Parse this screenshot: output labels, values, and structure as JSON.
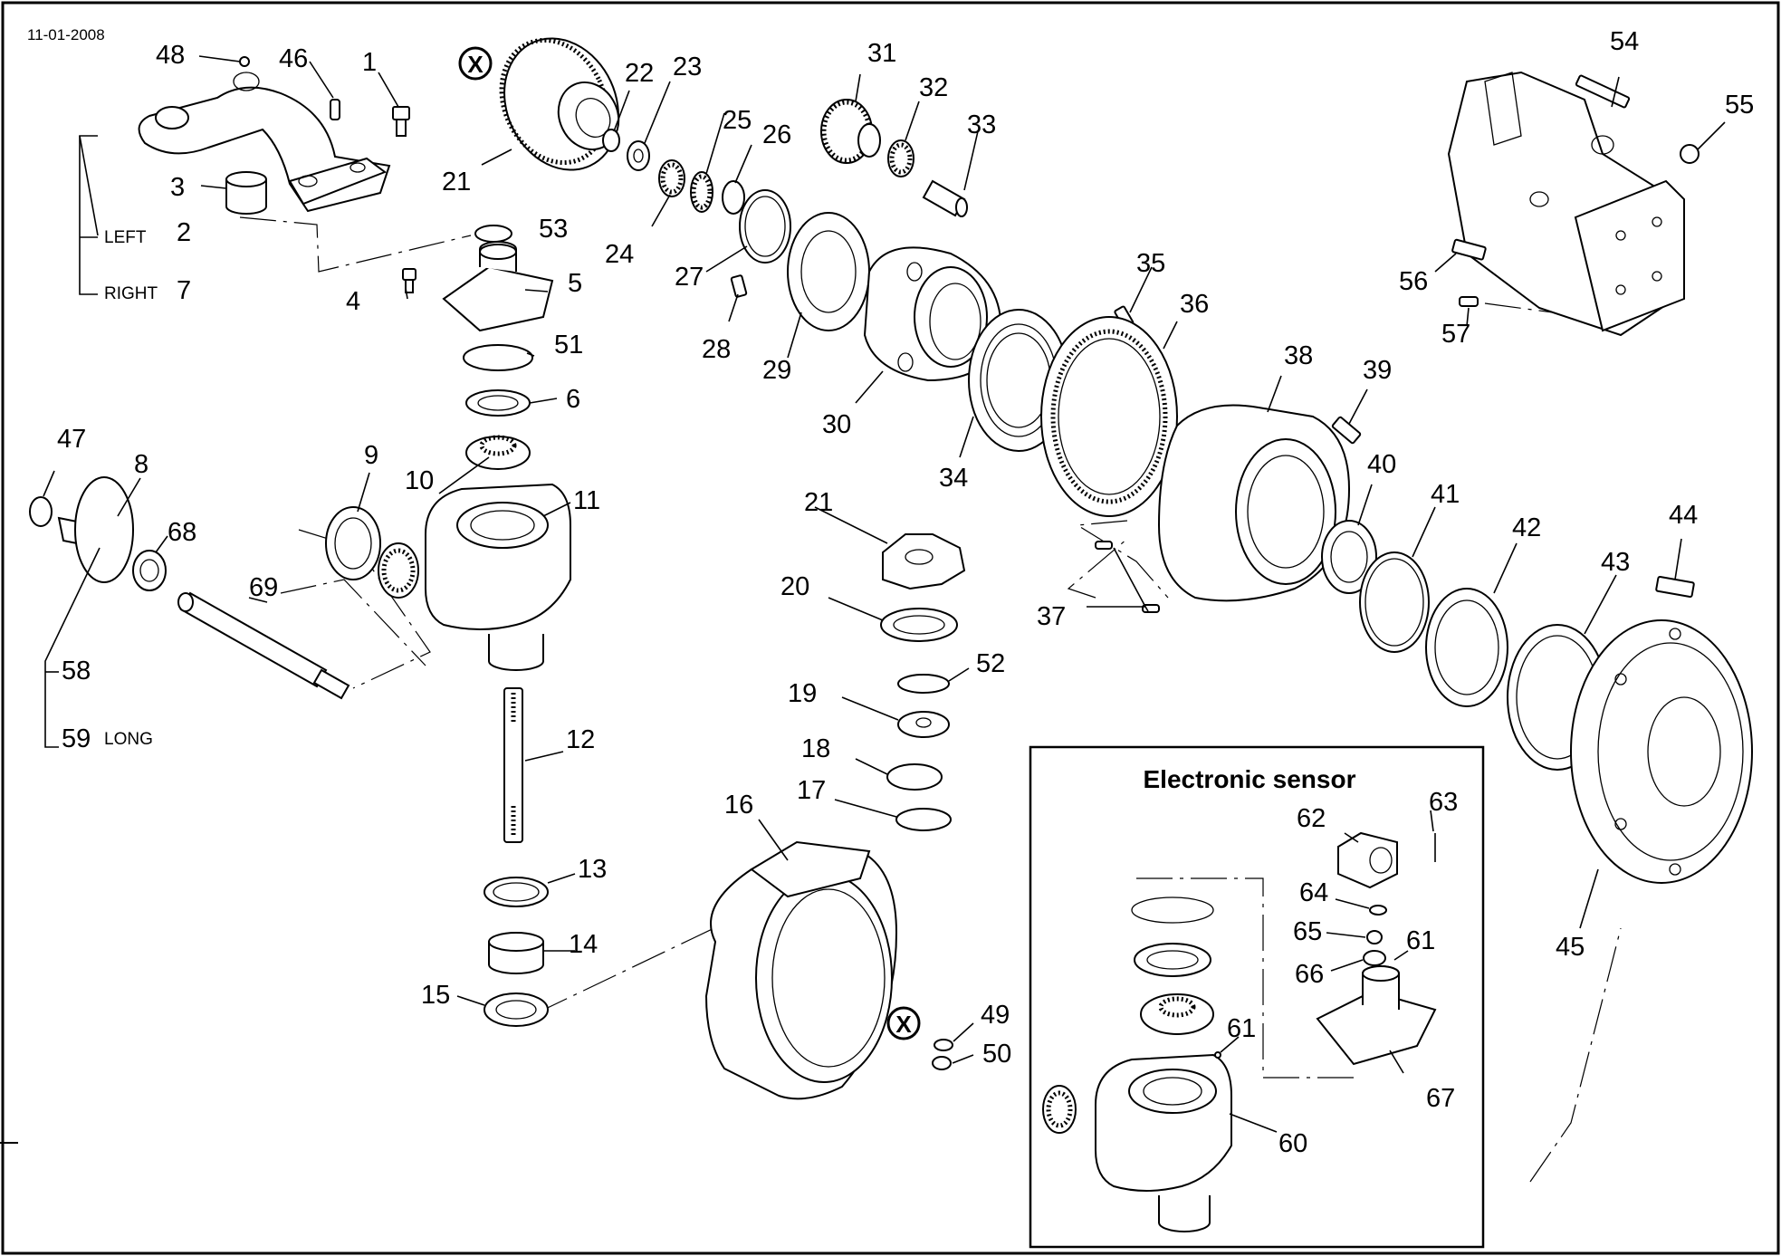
{
  "date": "11-01-2008",
  "inset_title": "Electronic sensor",
  "callouts": {
    "c1": "1",
    "c2": "2",
    "c3": "3",
    "c4": "4",
    "c5": "5",
    "c6": "6",
    "c7": "7",
    "c8": "8",
    "c9": "9",
    "c10": "10",
    "c11": "11",
    "c12": "12",
    "c13": "13",
    "c14": "14",
    "c15": "15",
    "c16": "16",
    "c17": "17",
    "c18": "18",
    "c19": "19",
    "c20": "20",
    "c21a": "21",
    "c21b": "21",
    "c22": "22",
    "c23": "23",
    "c24": "24",
    "c25": "25",
    "c26": "26",
    "c27": "27",
    "c28": "28",
    "c29": "29",
    "c30": "30",
    "c31": "31",
    "c32": "32",
    "c33": "33",
    "c34": "34",
    "c35": "35",
    "c36": "36",
    "c37": "37",
    "c38": "38",
    "c39": "39",
    "c40": "40",
    "c41": "41",
    "c42": "42",
    "c43": "43",
    "c44": "44",
    "c45": "45",
    "c46": "46",
    "c47": "47",
    "c48": "48",
    "c49": "49",
    "c50": "50",
    "c51": "51",
    "c52": "52",
    "c53": "53",
    "c54": "54",
    "c55": "55",
    "c56": "56",
    "c57": "57",
    "c58": "58",
    "c59": "59",
    "c60": "60",
    "c61a": "61",
    "c61b": "61",
    "c62": "62",
    "c63": "63",
    "c64": "64",
    "c65": "65",
    "c66": "66",
    "c67": "67",
    "c68": "68",
    "c69": "69"
  },
  "variant_labels": {
    "left": "LEFT",
    "right": "RIGHT",
    "long": "LONG"
  },
  "markers": {
    "x_top": "X",
    "x_bottom": "X"
  }
}
